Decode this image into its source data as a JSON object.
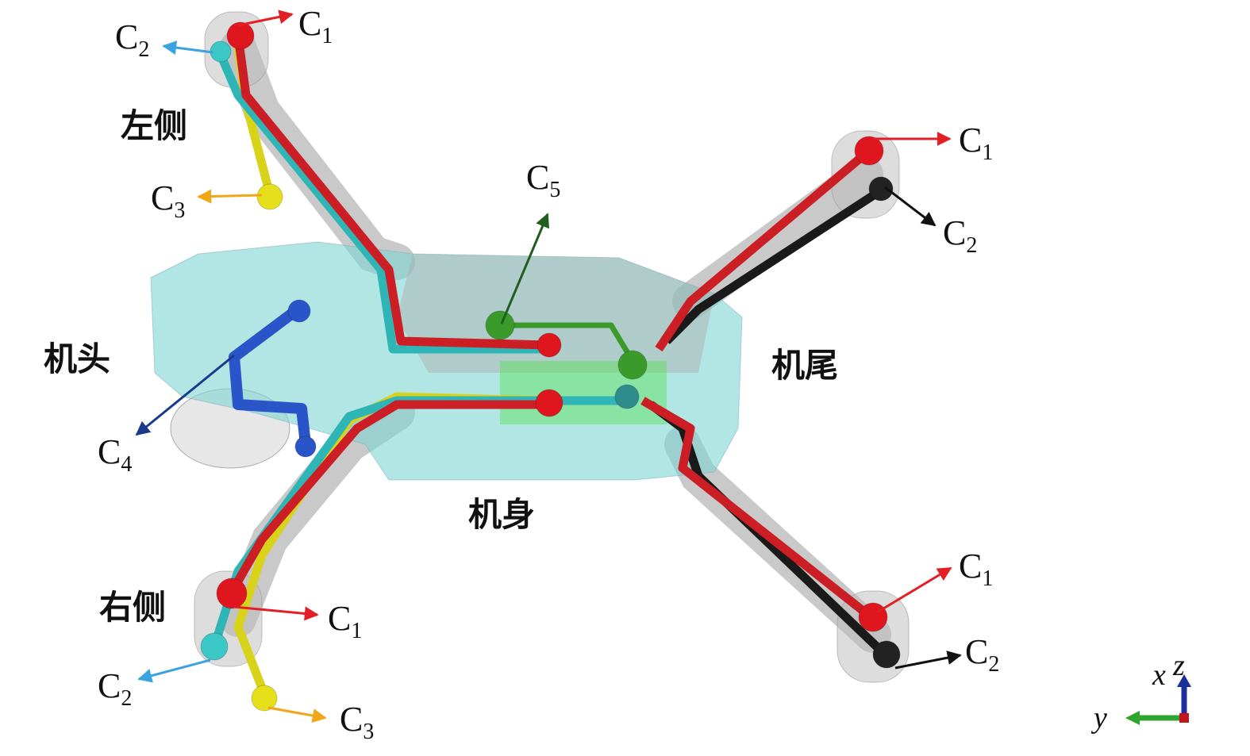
{
  "regions": {
    "left_side": "左侧",
    "right_side": "右侧",
    "nose": "机头",
    "body": "机身",
    "tail": "机尾"
  },
  "labels": {
    "c1": {
      "main": "C",
      "sub": "1"
    },
    "c2": {
      "main": "C",
      "sub": "2"
    },
    "c3": {
      "main": "C",
      "sub": "3"
    },
    "c4": {
      "main": "C",
      "sub": "4"
    },
    "c5": {
      "main": "C",
      "sub": "5"
    }
  },
  "axes": {
    "x": "x",
    "y": "y",
    "z": "z"
  },
  "colors": {
    "c1": "#e31e24",
    "c2_left": "#3aa3e0",
    "c2_right": "#111111",
    "c3": "#f2a516",
    "c4": "#1a3a8c",
    "c5": "#1f5e1f",
    "body": "#7fd6d2",
    "arm": "#9a9a9a"
  }
}
